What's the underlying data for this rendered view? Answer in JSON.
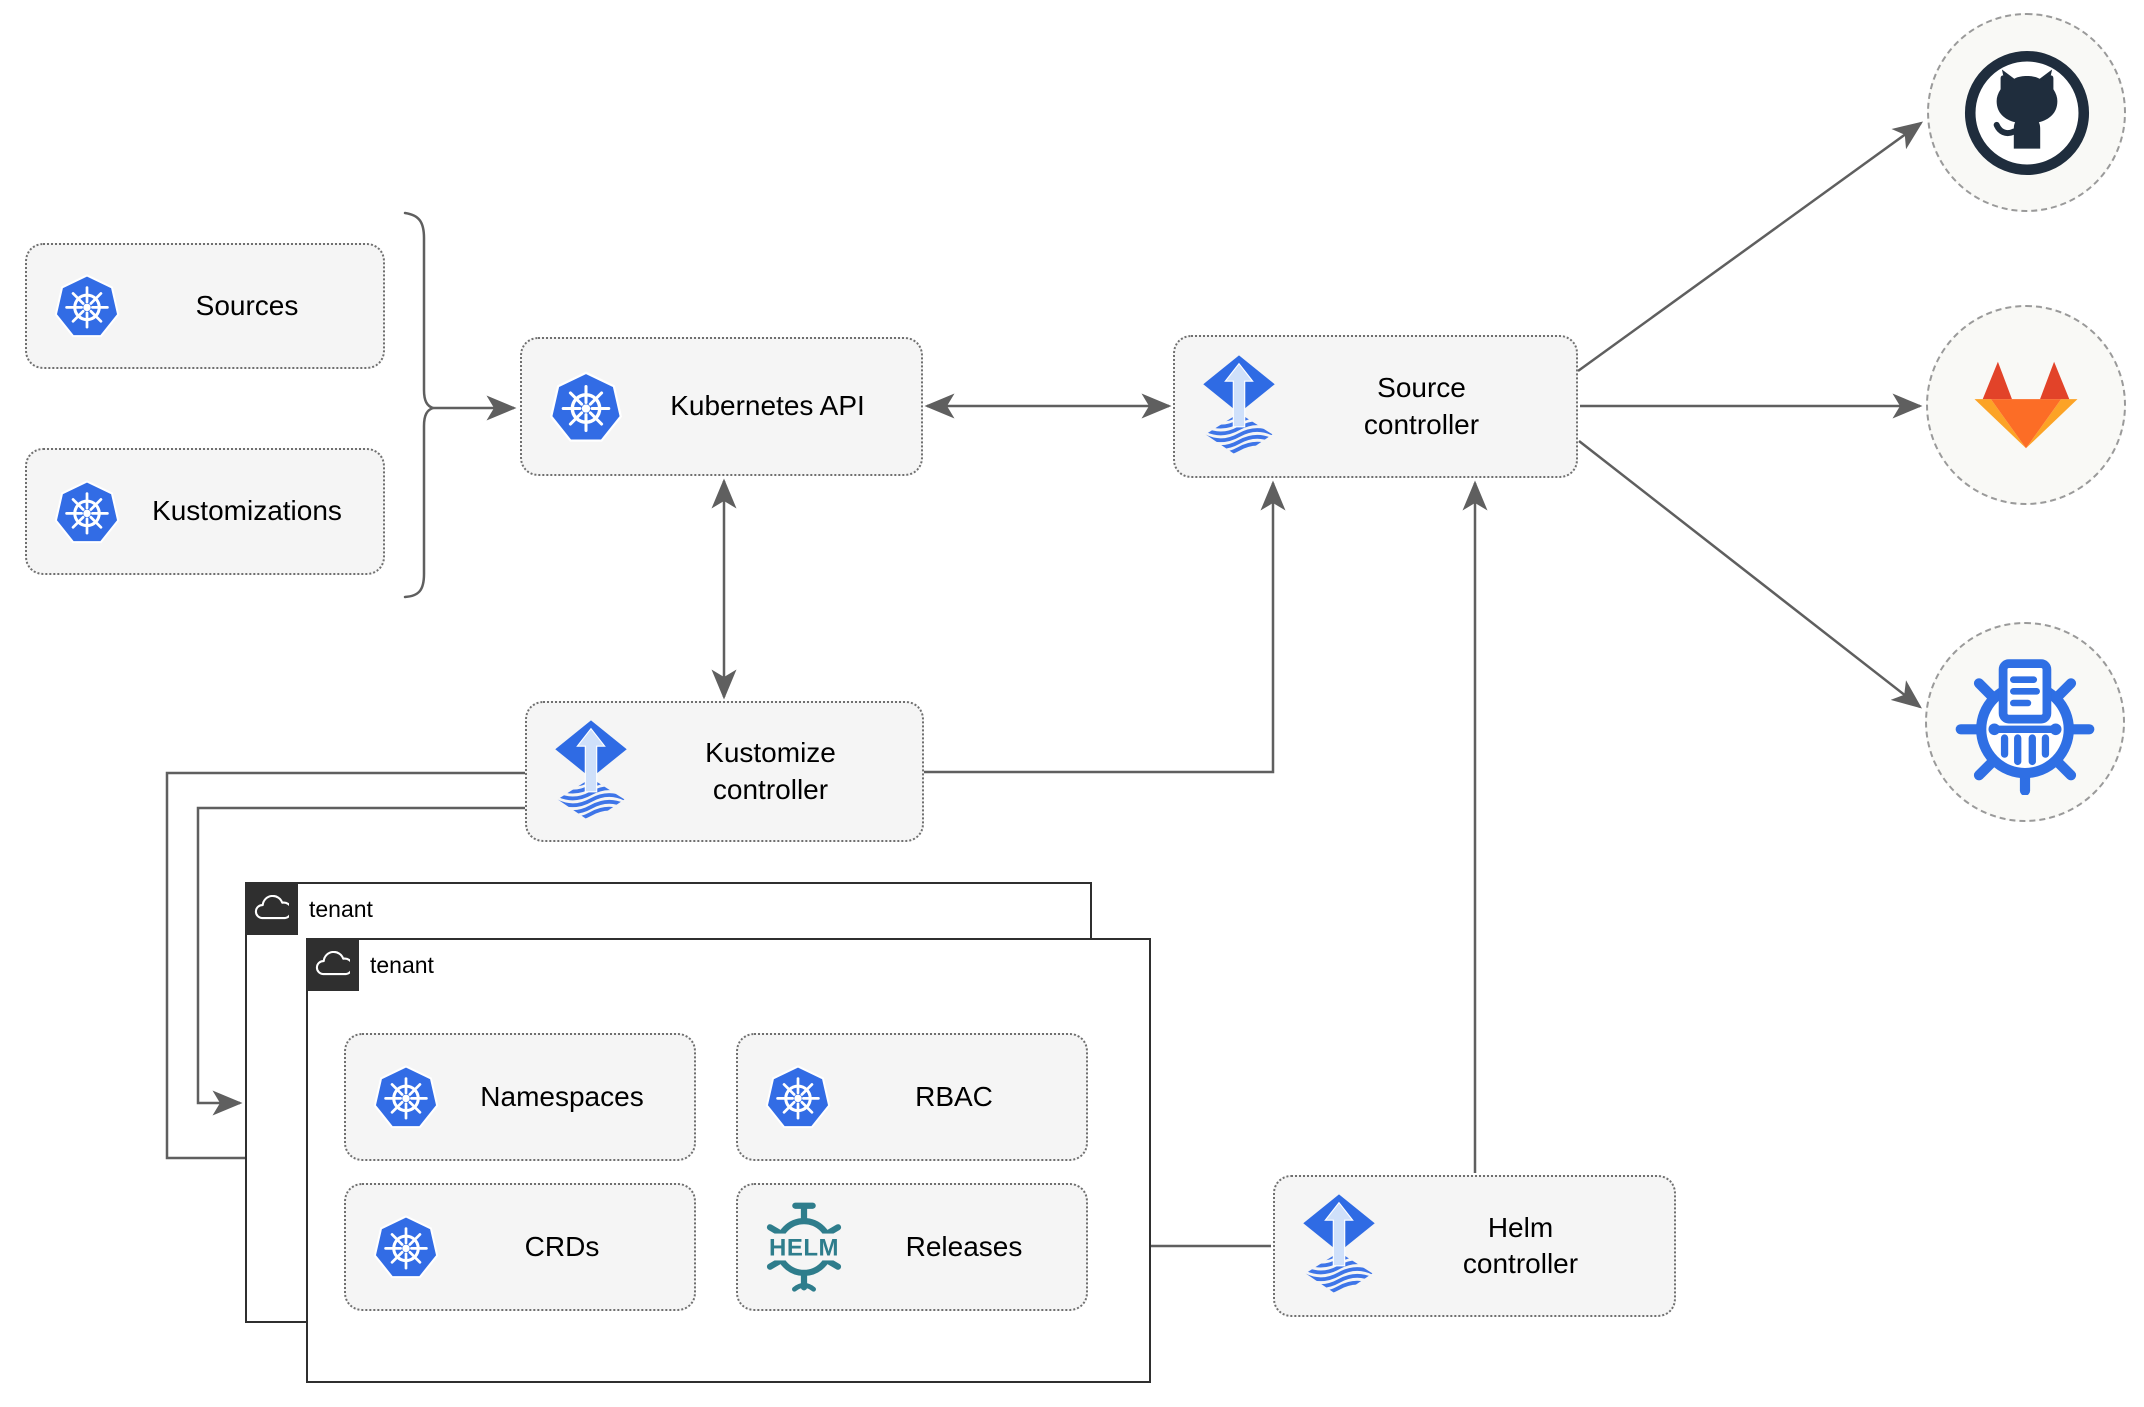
{
  "diagram": {
    "nodes": {
      "sources": {
        "label": "Sources",
        "icon": "kubernetes-icon"
      },
      "kustomizations": {
        "label": "Kustomizations",
        "icon": "kubernetes-icon"
      },
      "kubernetes_api": {
        "label": "Kubernetes API",
        "icon": "kubernetes-icon"
      },
      "source_controller": {
        "label": "Source\ncontroller",
        "icon": "flux-icon"
      },
      "kustomize_controller": {
        "label": "Kustomize\ncontroller",
        "icon": "flux-icon"
      },
      "helm_controller": {
        "label": "Helm\ncontroller",
        "icon": "flux-icon"
      },
      "namespaces": {
        "label": "Namespaces",
        "icon": "kubernetes-icon"
      },
      "rbac": {
        "label": "RBAC",
        "icon": "kubernetes-icon"
      },
      "crds": {
        "label": "CRDs",
        "icon": "kubernetes-icon"
      },
      "releases": {
        "label": "Releases",
        "icon": "helm-icon"
      }
    },
    "containers": {
      "tenant_outer": {
        "label": "tenant",
        "icon": "cloud-icon"
      },
      "tenant_inner": {
        "label": "tenant",
        "icon": "cloud-icon"
      }
    },
    "endpoints": {
      "github": {
        "icon": "github-icon"
      },
      "gitlab": {
        "icon": "gitlab-icon"
      },
      "registry": {
        "icon": "ship-wheel-document-icon"
      }
    },
    "edges": [
      {
        "from": "sources+kustomizations",
        "to": "kubernetes_api",
        "style": "brace-arrow"
      },
      {
        "from": "kubernetes_api",
        "to": "source_controller",
        "style": "double-arrow"
      },
      {
        "from": "kubernetes_api",
        "to": "kustomize_controller",
        "style": "double-arrow"
      },
      {
        "from": "kustomize_controller",
        "to": "source_controller",
        "style": "arrow"
      },
      {
        "from": "kustomize_controller",
        "to": "tenant_outer",
        "style": "arrow"
      },
      {
        "from": "kustomize_controller",
        "to": "tenant_inner",
        "style": "arrow"
      },
      {
        "from": "helm_controller",
        "to": "source_controller",
        "style": "arrow"
      },
      {
        "from": "helm_controller",
        "to": "releases",
        "style": "arrow"
      },
      {
        "from": "source_controller",
        "to": "github",
        "style": "arrow"
      },
      {
        "from": "source_controller",
        "to": "gitlab",
        "style": "arrow"
      },
      {
        "from": "source_controller",
        "to": "registry",
        "style": "arrow"
      }
    ],
    "colors": {
      "kubernetes_blue": "#326ce5",
      "flux_blue": "#2f6be4",
      "helm_teal": "#2e7d8c",
      "github_dark": "#1f2d3d",
      "gitlab_red": "#e24329",
      "gitlab_orange": "#fc6d26",
      "gitlab_yellow": "#fca326",
      "edge_gray": "#5f5f5f",
      "node_fill": "#f5f5f5"
    }
  }
}
